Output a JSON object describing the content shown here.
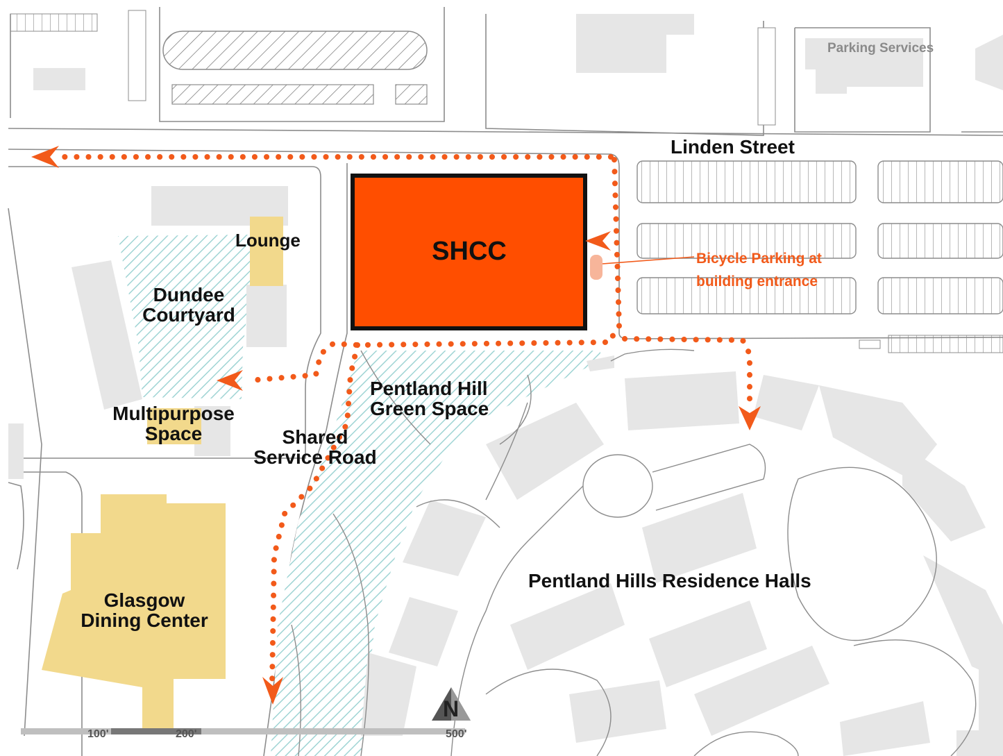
{
  "labels": {
    "linden_street": "Linden Street",
    "parking_services": "Parking Services",
    "shcc": "SHCC",
    "lounge": "Lounge",
    "dundee_line1": "Dundee",
    "dundee_line2": "Courtyard",
    "multipurpose_line1": "Multipurpose",
    "multipurpose_line2": "Space",
    "shared_line1": "Shared",
    "shared_line2": "Service Road",
    "pentland_green_line1": "Pentland Hill",
    "pentland_green_line2": "Green Space",
    "residence_halls": "Pentland Hills Residence Halls",
    "glasgow_line1": "Glasgow",
    "glasgow_line2": "Dining Center",
    "bicycle_line1": "Bicycle Parking at",
    "bicycle_line2": "building entrance"
  },
  "scale_bar": {
    "ticks": [
      "100'",
      "200'",
      "500'"
    ]
  },
  "north_arrow": {
    "label": "N"
  },
  "colors": {
    "shcc": "#ff4e00",
    "route": "#f25a1a",
    "dining": "#f2d98c",
    "building": "#e6e6e6",
    "green_hatch": "#9fd4d4"
  }
}
